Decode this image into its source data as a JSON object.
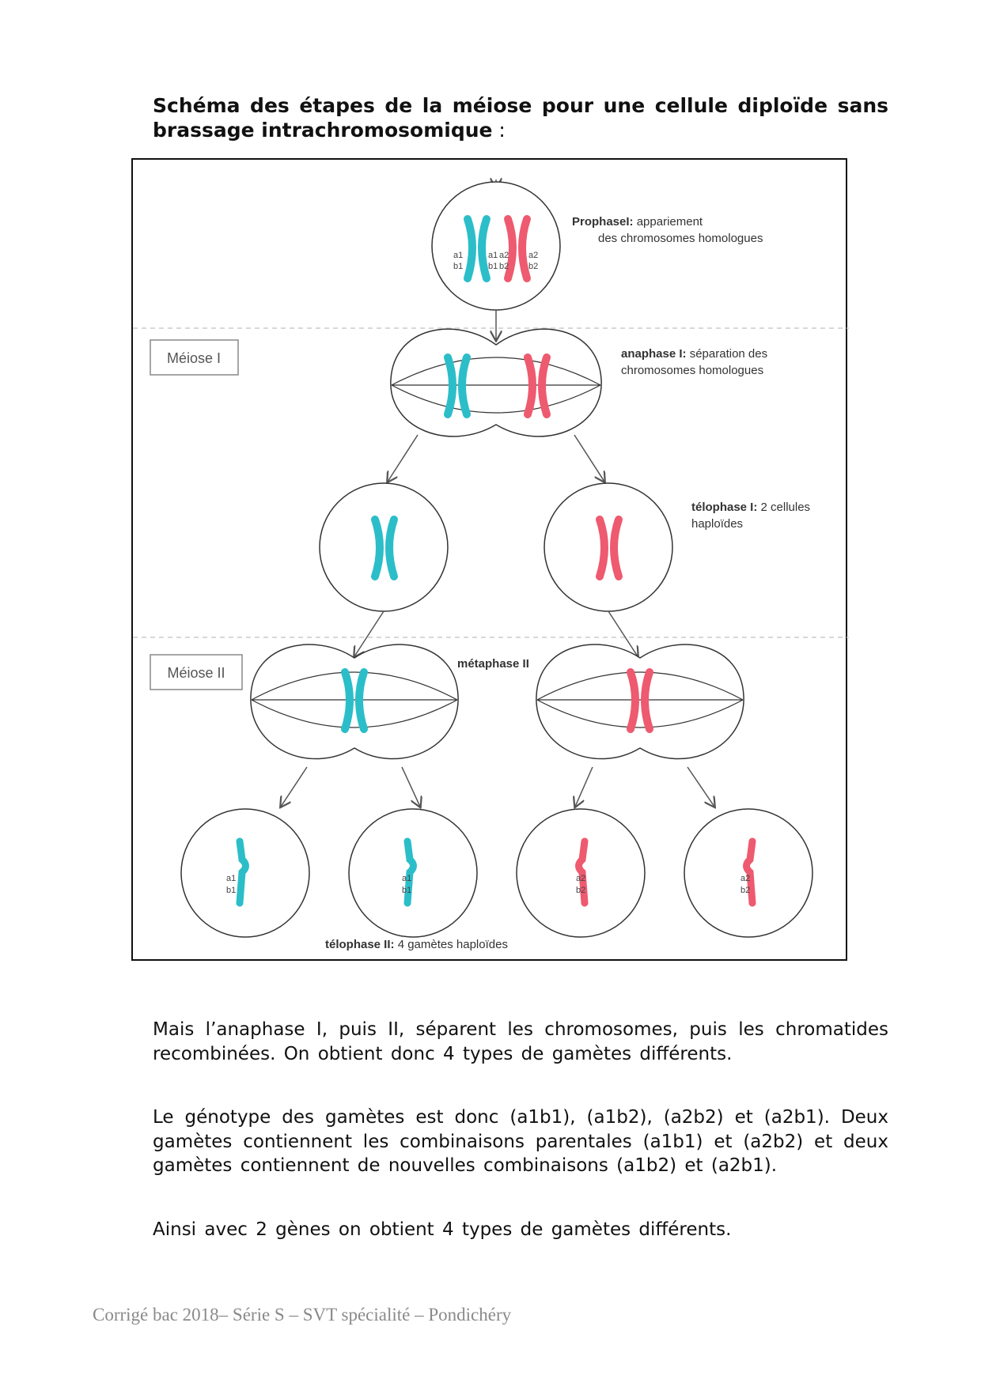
{
  "heading": {
    "bold": "Schéma des étapes de la méiose pour une cellule diploïde sans brassage intrachromosomique",
    "tail": " :"
  },
  "figure": {
    "colors": {
      "teal": "#2bbec9",
      "pink": "#ee5a6f"
    },
    "meiose1_label": "Méiose I",
    "meiose2_label": "Méiose II",
    "prophase": {
      "bold": "ProphaseI:",
      "line1": " appariement",
      "line2": "des chromosomes homologues"
    },
    "anaphase": {
      "bold": "anaphase I:",
      "line1": " séparation des",
      "line2": "chromosomes homologues"
    },
    "telophase1": {
      "bold": "télophase I:",
      "line1": " 2 cellules",
      "line2": "haploïdes"
    },
    "metaphase2": {
      "bold": "métaphase II"
    },
    "telophase2": {
      "bold": "télophase II:",
      "line1": " 4 gamètes haploïdes"
    },
    "alleles": {
      "a1": "a1",
      "b1": "b1",
      "a2": "a2",
      "b2": "b2"
    }
  },
  "paragraphs": [
    "Mais l’anaphase I, puis II, séparent les chromosomes, puis les chromatides recombinées. On obtient donc 4 types de gamètes différents.",
    "Le génotype des gamètes est donc (a1b1), (a1b2), (a2b2) et (a2b1). Deux gamètes contiennent les combinaisons parentales (a1b1) et (a2b2) et deux gamètes contiennent de nouvelles combinaisons (a1b2) et (a2b1).",
    "Ainsi avec 2 gènes on obtient 4 types de gamètes différents."
  ],
  "footer": "Corrigé bac 2018– Série S – SVT spécialité – Pondichéry"
}
